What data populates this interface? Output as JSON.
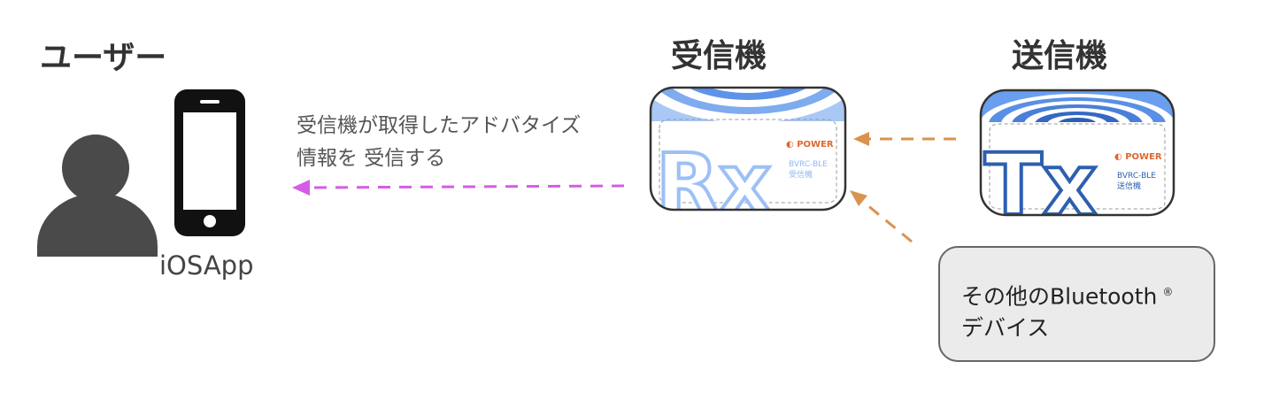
{
  "user": {
    "heading": "ユーザー",
    "app_label": "iOSApp"
  },
  "receiver": {
    "heading": "受信機",
    "device_letters": "Rx",
    "power_label": "POWER",
    "model": "BVRC-BLE",
    "kind": "受信機"
  },
  "transmitter": {
    "heading": "送信機",
    "device_letters": "Tx",
    "power_label": "POWER",
    "model": "BVRC-BLE",
    "kind": "送信機"
  },
  "flow_caption": {
    "line1": "受信機が取得したアドバタイズ",
    "line2": "情報を 受信する"
  },
  "other_device": {
    "line1": "その他のBluetooth",
    "registered": "®",
    "line2": "デバイス"
  },
  "colors": {
    "pink_arrow": "#d65ce6",
    "orange_arrow": "#d9924f",
    "rx_blue": "#8fb9f2",
    "tx_blue": "#2d5fb0",
    "power_orange": "#e0662f"
  }
}
